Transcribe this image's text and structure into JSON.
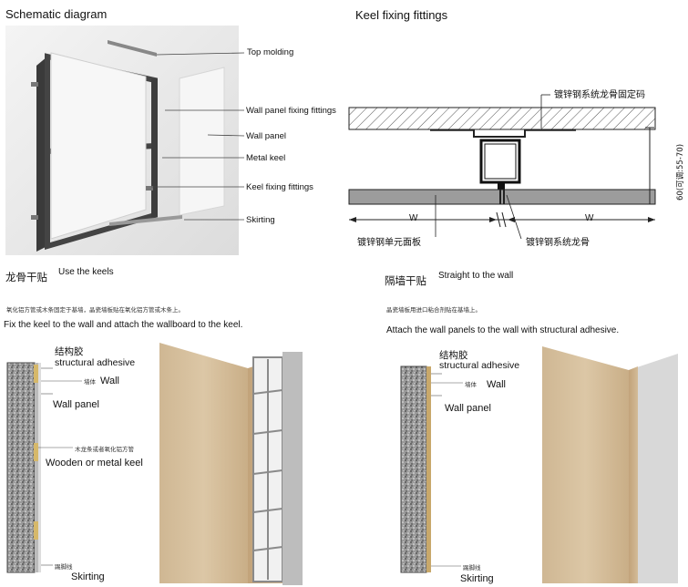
{
  "schematic": {
    "title": "Schematic diagram",
    "labels": {
      "top_molding": "Top molding",
      "wall_panel_fixing": "Wall panel fixing fittings",
      "wall_panel": "Wall panel",
      "metal_keel": "Metal keel",
      "keel_fixing": "Keel fixing fittings",
      "skirting": "Skirting"
    }
  },
  "keel_fittings": {
    "title": "Keel fixing fittings",
    "code_label": "镀锌钢系统龙骨固定码",
    "dim_label": "60(可调:55-70)",
    "w_left": "W",
    "w_right": "W",
    "panel_label": "镀锌钢单元面板",
    "keel_label": "镀锌钢系统龙骨"
  },
  "keel_method": {
    "title_zh": "龙骨干贴",
    "title_en": "Use the keels",
    "desc_zh": "氧化铝方管或木条固定于基墙，晶瓷墙板贴在氧化铝方管或木条上。",
    "desc_en": "Fix the keel to the wall and attach the wallboard to the keel.",
    "adhesive_zh": "结构胶",
    "adhesive_en": "structural adhesive",
    "wall_zh": "墙体",
    "wall_en": "Wall",
    "panel_en": "Wall panel",
    "keel_zh": "木龙条或者氧化铝方管",
    "keel_en": "Wooden or metal keel",
    "skirting_zh": "踢脚线",
    "skirting_en": "Skirting"
  },
  "direct_method": {
    "title_zh": "隔墙干贴",
    "title_en": "Straight to the wall",
    "desc_zh": "晶瓷墙板用进口粘合剂贴在基墙上。",
    "desc_en": "Attach the wall panels to the wall with structural adhesive.",
    "adhesive_zh": "结构胶",
    "adhesive_en": "structural adhesive",
    "wall_zh": "墙体",
    "wall_en": "Wall",
    "panel_en": "Wall panel",
    "skirting_zh": "踢脚线",
    "skirting_en": "Skirting"
  }
}
